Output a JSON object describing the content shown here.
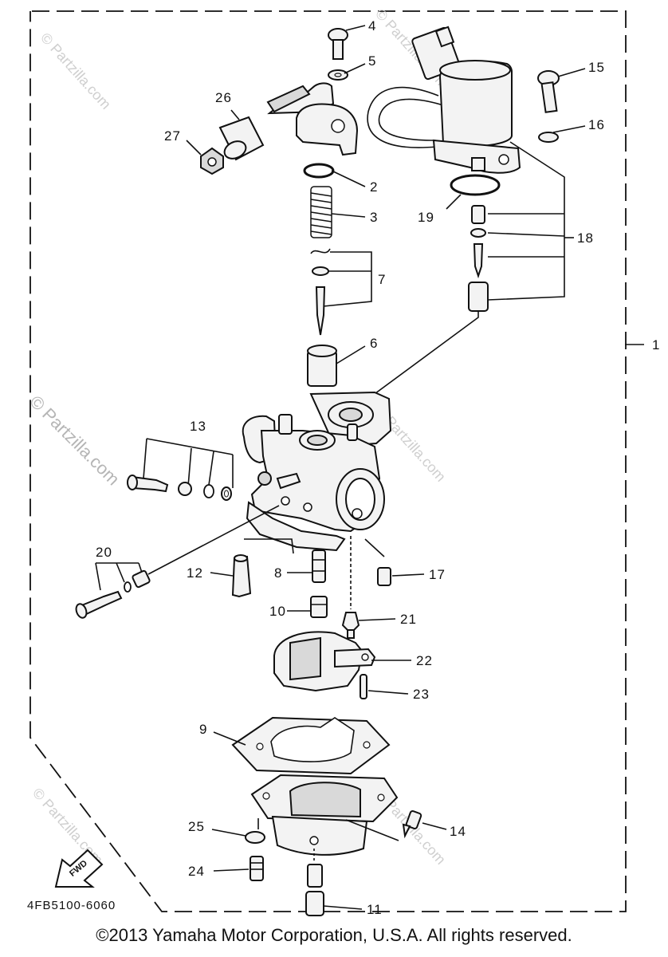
{
  "diagram": {
    "callouts": [
      "1",
      "2",
      "3",
      "4",
      "5",
      "6",
      "7",
      "8",
      "9",
      "10",
      "11",
      "12",
      "13",
      "14",
      "15",
      "16",
      "17",
      "18",
      "19",
      "20",
      "21",
      "22",
      "23",
      "24",
      "25",
      "26",
      "27"
    ],
    "watermark": "© Partzilla.com",
    "part_code": "4FB5100-6060",
    "fwd_label": "FWD"
  },
  "footer": {
    "copyright": "©2013  Yamaha Motor Corporation, U.S.A. All rights reserved."
  }
}
